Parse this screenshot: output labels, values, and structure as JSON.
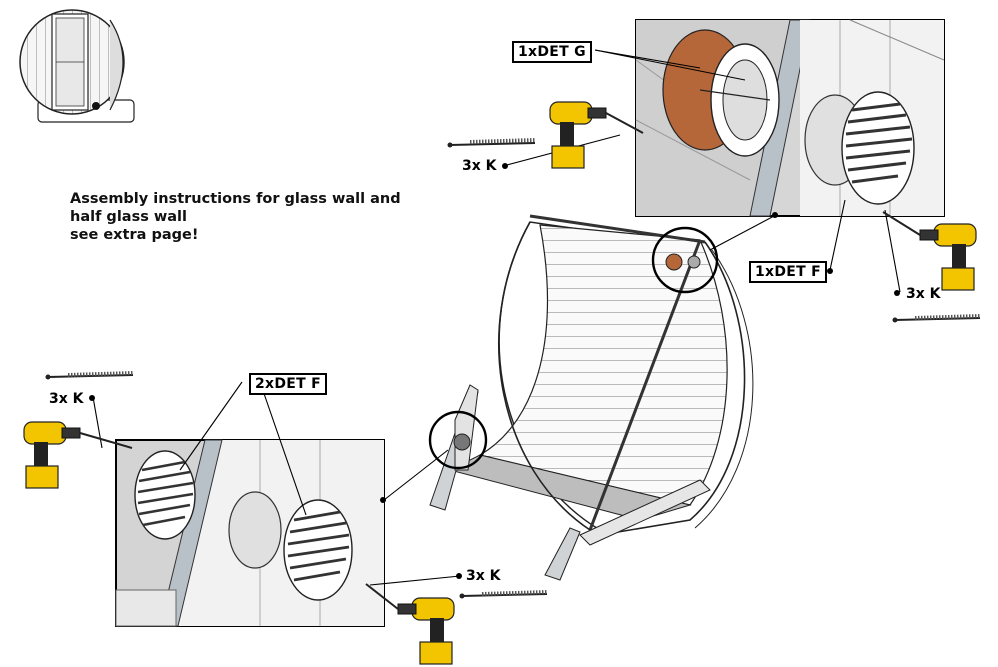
{
  "note": {
    "line1": "Assembly instructions for glass wall and",
    "line2": "half glass wall",
    "line3": "see extra page!"
  },
  "callouts": {
    "det_g": "1xDET G",
    "det_f_right": "1xDET F",
    "det_f_left": "2xDET F"
  },
  "quantities": {
    "k_top": "3x K",
    "k_right": "3x K",
    "k_left": "3x K",
    "k_bottom": "3x K"
  },
  "colors": {
    "det_g_wood": "#b5673a",
    "drill_body": "#f2c500",
    "panel_gray": "#d4d4d4",
    "wood_white": "#f4f4f4"
  }
}
